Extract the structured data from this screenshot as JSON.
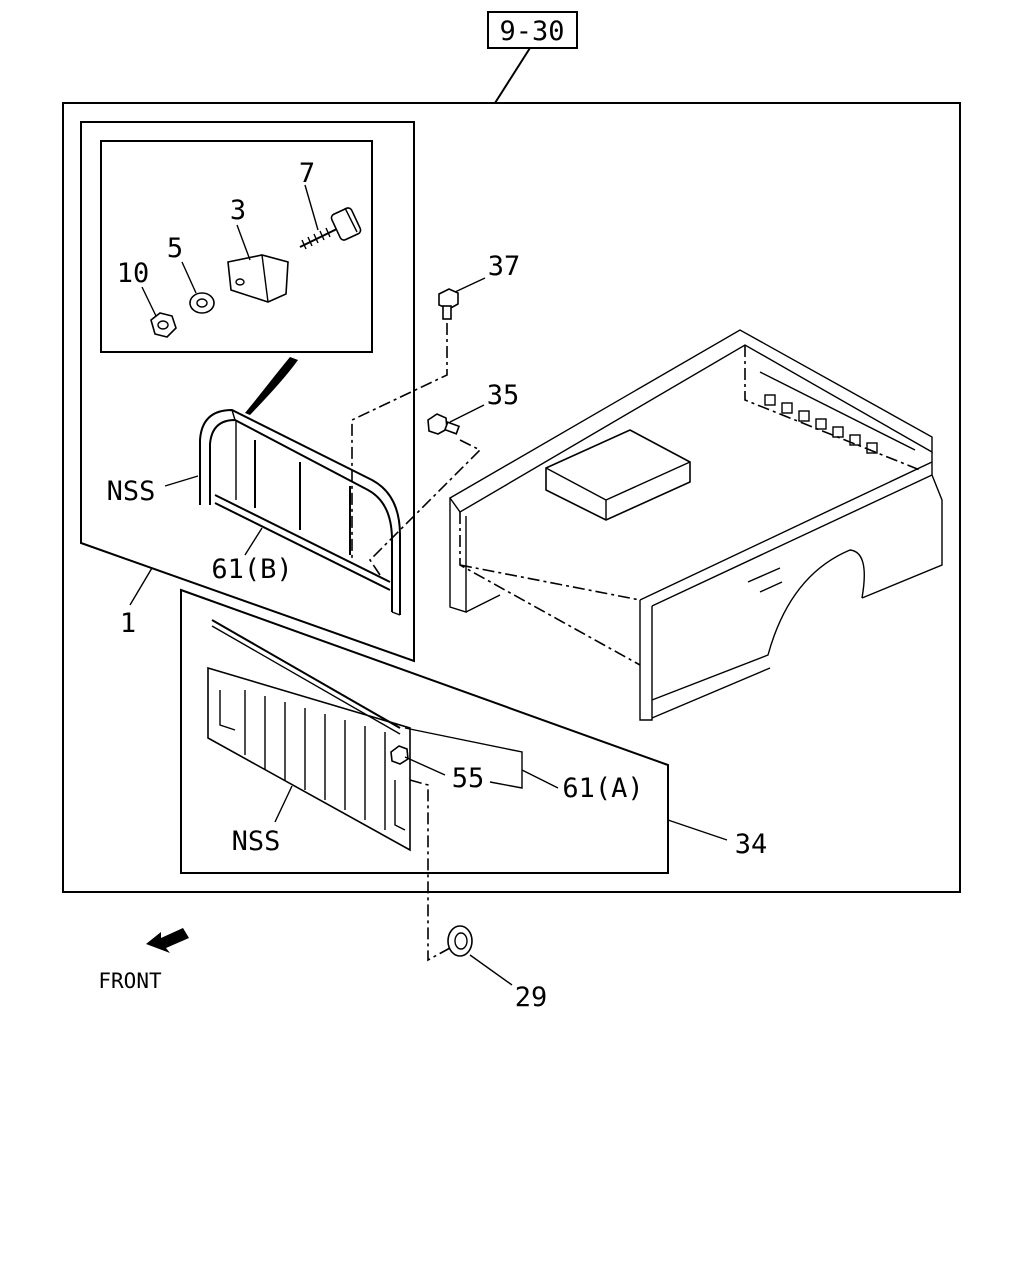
{
  "ref_code": "9-30",
  "callouts": {
    "c1": "1",
    "c3": "3",
    "c5": "5",
    "c7": "7",
    "c10": "10",
    "c29": "29",
    "c34": "34",
    "c35": "35",
    "c37": "37",
    "c55": "55",
    "c61a": "61(A)",
    "c61b": "61(B)",
    "nss_upper": "NSS",
    "nss_lower": "NSS"
  },
  "front_label": "FRONT"
}
